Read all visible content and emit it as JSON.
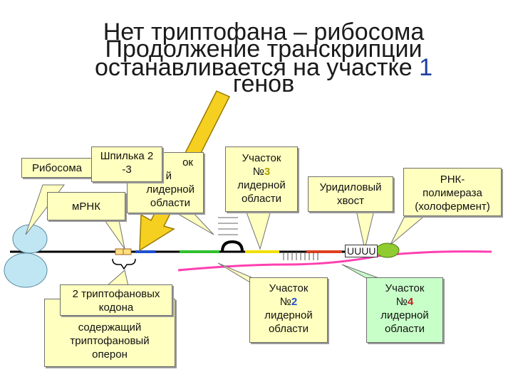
{
  "titles": {
    "line1": "Нет триптофана – рибосома",
    "line2": "Продолжение транскрипции",
    "line3_text": "останавливается на участке ",
    "line3_num": "1",
    "line4": "генов"
  },
  "labels": {
    "ribosome": "Рибосома",
    "hairpin_line1": "Шпилька 2",
    "hairpin_line2": "-3",
    "hidden_line1": "ок",
    "hidden_line2": "й",
    "hidden_line3": "лидерной",
    "hidden_line4": "области",
    "mrna": "мРНК",
    "site3_line1": "Участок",
    "site3_num_prefix": "№",
    "site3_num": "3",
    "site3_line3": "лидерной",
    "site3_line4": "области",
    "uridyl_line1": "Уридиловый",
    "uridyl_line2": "хвост",
    "rnap_line1": "РНК-",
    "rnap_line2": "полимераза",
    "rnap_line3": "(холофермент)",
    "trp_codons_line1": "2 триптофановых",
    "trp_codons_line2": "кодона",
    "operon_line1": "содержащий",
    "operon_line2": "триптофановый",
    "operon_line3": "оперон",
    "site2_line1": "Участок",
    "site2_num_prefix": "№",
    "site2_num": "2",
    "site2_line3": "лидерной",
    "site2_line4": "области",
    "site4_line1": "Участок",
    "site4_num_prefix": "№",
    "site4_num": "4",
    "site4_line3": "лидерной",
    "site4_line4": "области",
    "uuuu": "UUUU"
  },
  "colors": {
    "callout_yellow": "#ffffc0",
    "callout_green": "#c8ffc8",
    "ribosome": "#bfe6f2",
    "arrow": "#f5d020",
    "mrna": "#ff3fb0",
    "rnap": "#90cc30",
    "site1": "#2050d0",
    "site2": "#2ec02e",
    "site3": "#f0e000",
    "site4": "#e04020"
  }
}
